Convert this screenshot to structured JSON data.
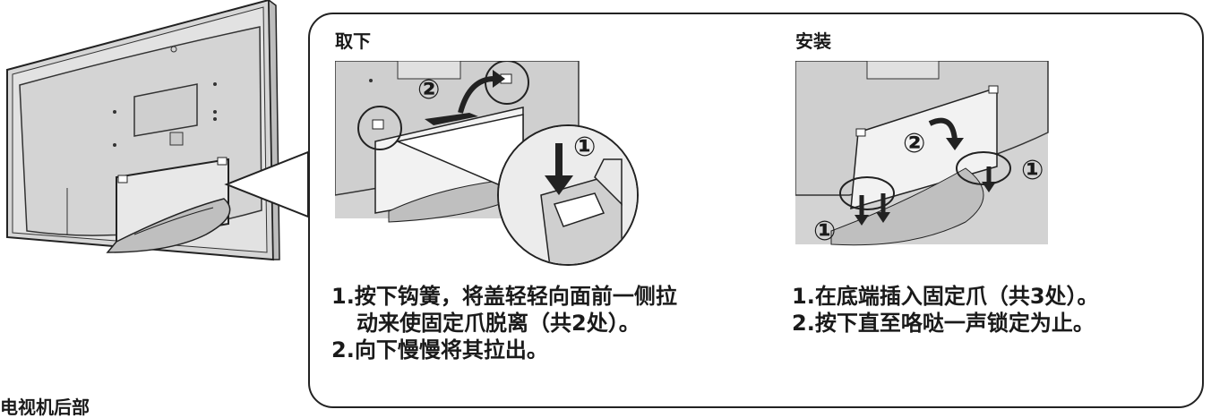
{
  "removal": {
    "heading": "取下",
    "steps": [
      {
        "line1": "1.按下钩簧，将盖轻轻向面前一侧拉",
        "line2": "动来使固定爪脱离（共2处）。"
      },
      {
        "line1": "2.向下慢慢将其拉出。"
      }
    ],
    "markers": [
      "②",
      "①"
    ]
  },
  "install": {
    "heading": "安装",
    "steps": [
      {
        "line1": "1.在底端插入固定爪（共3处）。"
      },
      {
        "line1": "2.按下直至咯哒一声锁定为止。"
      }
    ],
    "markers": [
      "②",
      "①",
      "①"
    ]
  },
  "tv_caption": "电视机后部",
  "colors": {
    "panel_fill": "#d9d9d9",
    "line": "#222222",
    "background": "#ffffff"
  }
}
